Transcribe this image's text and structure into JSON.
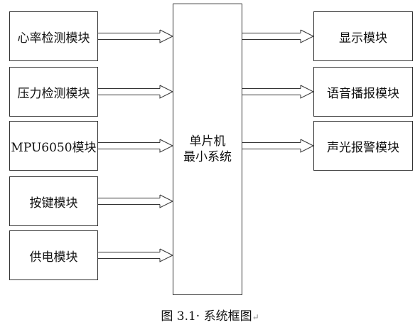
{
  "inputs": [
    {
      "label": "心率检测模块"
    },
    {
      "label": "压力检测模块"
    },
    {
      "label": "MPU6050模块"
    },
    {
      "label": "按键模块"
    },
    {
      "label": "供电模块"
    }
  ],
  "mcu": {
    "line1": "单片机",
    "line2": "最小系统"
  },
  "outputs": [
    {
      "label": "显示模块"
    },
    {
      "label": "语音播报模块"
    },
    {
      "label": "声光报警模块"
    }
  ],
  "caption": {
    "text": "图 3.1· 系统框图",
    "mark": "↵"
  }
}
